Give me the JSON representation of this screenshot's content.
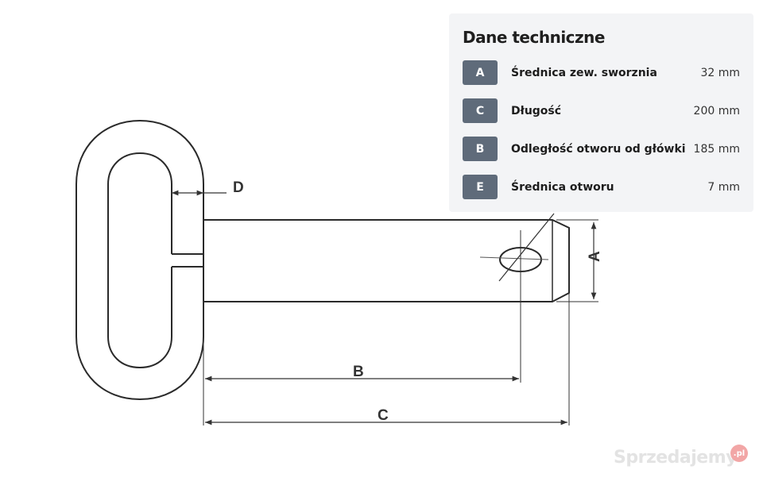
{
  "diagram": {
    "labels": {
      "a": "A",
      "b": "B",
      "c": "C",
      "d": "D"
    }
  },
  "specs": {
    "title": "Dane techniczne",
    "rows": [
      {
        "code": "A",
        "label": "Średnica zew. sworznia",
        "value": "32 mm"
      },
      {
        "code": "C",
        "label": "Długość",
        "value": "200 mm"
      },
      {
        "code": "B",
        "label": "Odległość otworu od główki",
        "value": "185 mm"
      },
      {
        "code": "E",
        "label": "Średnica otworu",
        "value": "7 mm"
      }
    ]
  },
  "watermark": {
    "text": "Sprzedajemy",
    "suffix": ".pl"
  }
}
